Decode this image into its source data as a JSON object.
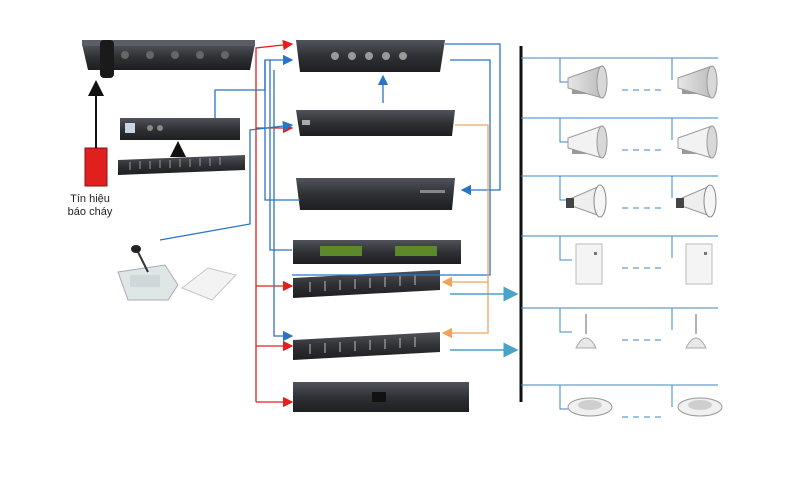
{
  "fire_signal": {
    "line1": "Tín hiệu",
    "line2": "báo cháy"
  },
  "colors": {
    "red_line": "#e0201c",
    "blue_line": "#2a74c6",
    "orange_line": "#f2a35b",
    "teal_arrow": "#4aa3c8",
    "speaker_bus": "#111111",
    "speaker_line": "#3b86c8",
    "rack_dark": "#2c2e31",
    "fire_box": "#e02020"
  },
  "devices": [
    "precision-amplifier",
    "mixer-preamp",
    "digital-controller",
    "rack-amplifier",
    "power-amplifier",
    "player-tuner",
    "speaker-selector-1",
    "speaker-selector-2",
    "power-supply",
    "remote-microphone",
    "fire-signal-module"
  ],
  "speaker_rows": [
    {
      "type": "horn-speaker-grey"
    },
    {
      "type": "horn-speaker-white"
    },
    {
      "type": "paging-horn"
    },
    {
      "type": "wall-speaker"
    },
    {
      "type": "pendant-speaker"
    },
    {
      "type": "ceiling-speaker"
    }
  ]
}
